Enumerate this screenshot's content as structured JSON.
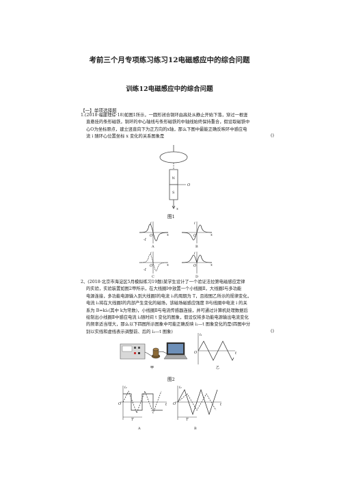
{
  "title": "考前三个月专项练习练习12电磁感应中的综合问题",
  "subtitle": "训练12电磁感应中的综合问题",
  "section": "【一】单项选择题",
  "q1": {
    "lines": [
      "1.(2018·福建理综·18)如图1所示，一圆形闭合铜环由高处从静止开始下落，穿过一根竖",
      "直悬挂的条形磁铁，铜环的中心轴线与条形磁铁的中轴线始终保持重合，假设取磁铁中",
      "心O为坐标原点，建立竖直向下为正方向的x轴，那么下图中最能正确反映环中感应电",
      "流 i 随环心位置坐标 x 变化的关系图象是"
    ],
    "bracket": "()",
    "fig_caption": "图1",
    "magnet_n": "N",
    "magnet_s": "S",
    "axis_o": "O",
    "axis_x": "x",
    "graph_i": "i",
    "graph_x": "x",
    "graph_o": "O",
    "graph_neg": "-I",
    "option_labels": [
      "A",
      "B",
      "C",
      "D"
    ]
  },
  "q2": {
    "lines": [
      "2、(2018·北京市海淀区5月模拟练习19题)某学生设计了一个验证法拉第电磁感应定律",
      "的实验，实验装置如图2甲所示，在大线圈Ⅰ中放置一个小线圈Ⅱ，大线圈Ⅰ与多功能",
      "电源连接，多功能电源输入到大线圈Ⅰ的电流 i₁的周期为 T，且按图乙所示的规律变化，",
      "电流 i₁将在大线圈Ⅰ的内部产生变化的磁场，该磁场磁感应强度 B与线圈中电流 i 的关",
      "系为 B=ki₁(其中 k为常数)，小线圈Ⅱ与电流传感器连接，并可通过计算机处理数据后",
      "绘制出小线圈Ⅱ中感应电流 i₂随时间 t 变化的图象，假设仅将多功能电源输出电流变化",
      "的频率适当增大，那么以下四图所示图象中可能正确反映 i₂—t 图象变化的是(四图中分",
      "别以实线和虚线表示调整前、后的 i₂—t 图象)"
    ],
    "bracket": "()",
    "label_jia": "甲",
    "label_yi": "乙",
    "fig_caption": "图2",
    "graph_i1": "i₁",
    "graph_i2": "i₂",
    "graph_t": "t",
    "graph_o": "O",
    "graph_T": "T",
    "option_labels": [
      "A",
      "B"
    ]
  }
}
